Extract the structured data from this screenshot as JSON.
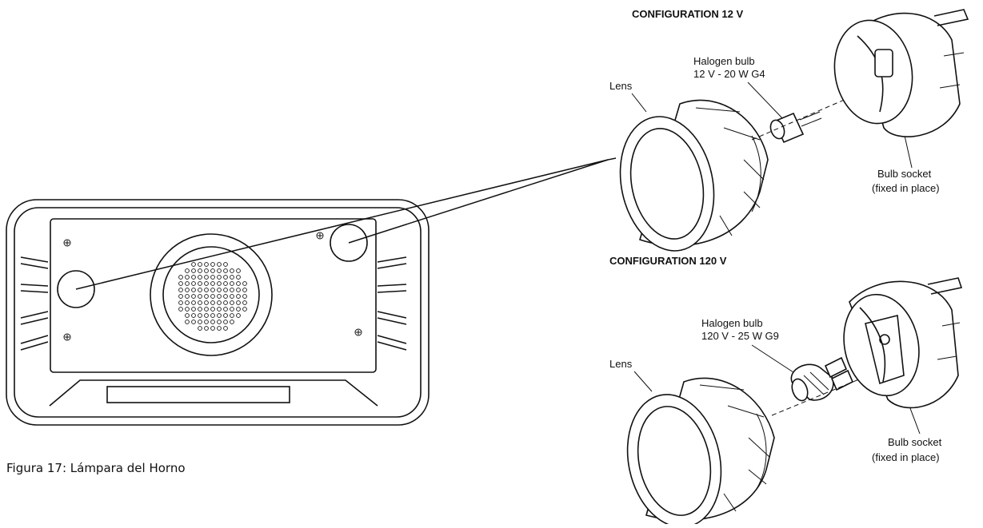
{
  "figure": {
    "caption": "Figura 17: Lámpara del Horno"
  },
  "config_12v": {
    "title": "CONFIGURATION 12 V",
    "bulb_label_line1": "Halogen bulb",
    "bulb_label_line2": "12 V - 20 W  G4",
    "lens_label": "Lens",
    "socket_label_line1": "Bulb socket",
    "socket_label_line2": "(fixed in place)"
  },
  "config_120v": {
    "title": "CONFIGURATION 120 V",
    "bulb_label_line1": "Halogen bulb",
    "bulb_label_line2": "120 V - 25 W  G9",
    "lens_label": "Lens",
    "socket_label_line1": "Bulb socket",
    "socket_label_line2": "(fixed in place)"
  }
}
